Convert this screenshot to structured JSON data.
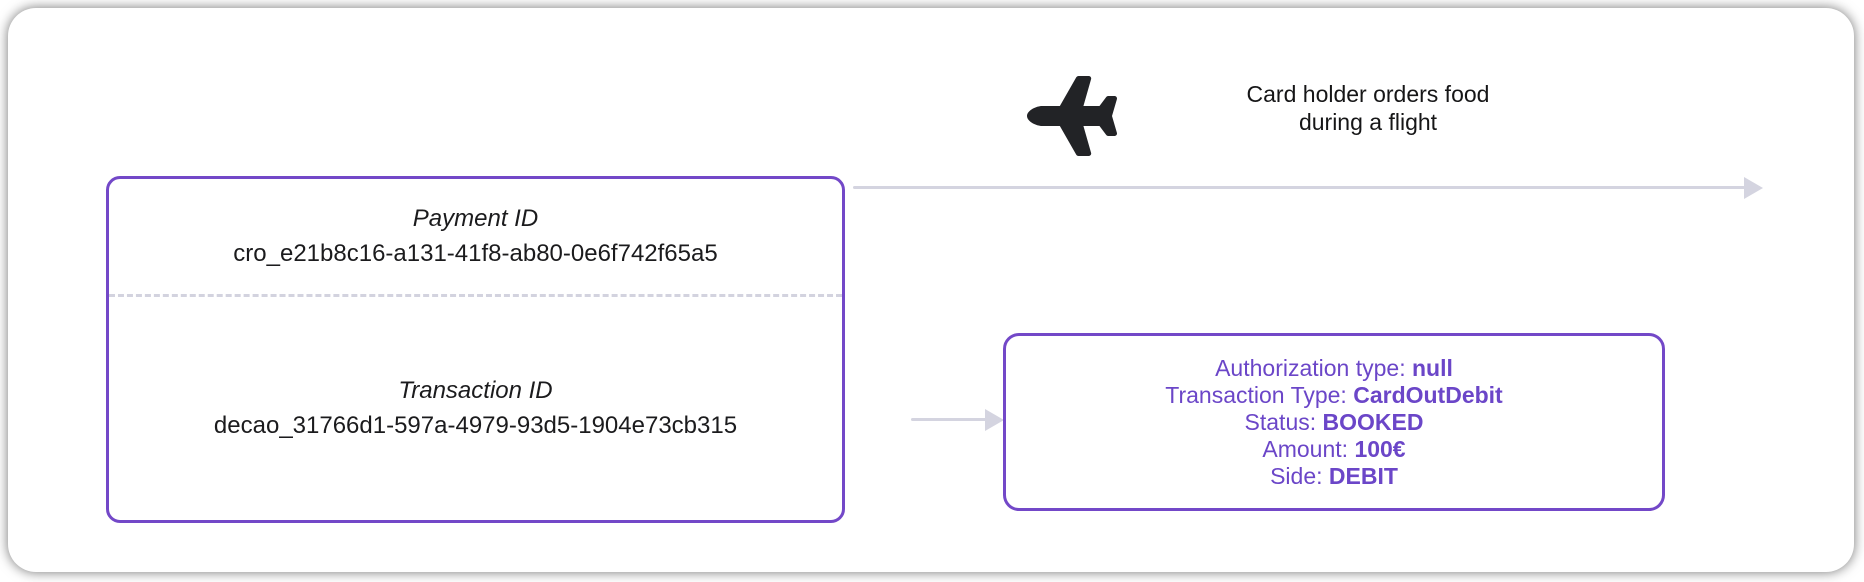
{
  "colors": {
    "purple_border": "#7348c8",
    "purple_text": "#6b46c8",
    "arrow_gray": "#d4d4e0",
    "dash_gray": "#d3d3df",
    "text_dark": "#1b1b1d"
  },
  "flight_event": {
    "icon": "airplane-icon",
    "caption_line1": "Card holder orders food",
    "caption_line2": "during a flight"
  },
  "payment_box": {
    "payment_label": "Payment ID",
    "payment_value": "cro_e21b8c16-a131-41f8-ab80-0e6f742f65a5",
    "transaction_label": "Transaction ID",
    "transaction_value": "decao_31766d1-597a-4979-93d5-1904e73cb315"
  },
  "transaction_box": {
    "fields": [
      {
        "label": "Authorization type:",
        "value": "null"
      },
      {
        "label": "Transaction Type:",
        "value": "CardOutDebit"
      },
      {
        "label": "Status:",
        "value": "BOOKED"
      },
      {
        "label": "Amount:",
        "value": "100€"
      },
      {
        "label": "Side:",
        "value": "DEBIT"
      }
    ]
  }
}
